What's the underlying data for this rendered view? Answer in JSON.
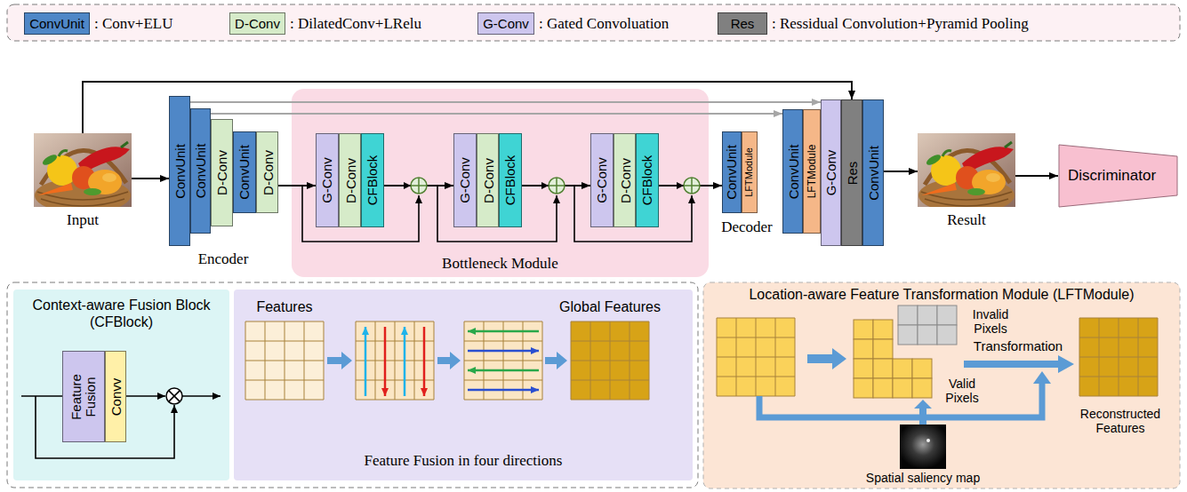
{
  "diagram": {
    "nodes": [
      {
        "text": [
          "Input"
        ]
      },
      {
        "text": [
          "ConvUnit"
        ]
      },
      {
        "text": [
          "ConvUnit"
        ]
      },
      {
        "text": [
          "D-Conv"
        ]
      },
      {
        "text": [
          "ConvUnit"
        ]
      },
      {
        "text": [
          "D-Conv"
        ]
      },
      {
        "text": [
          "Bottleneck Module"
        ]
      },
      {
        "text": [
          "G-Conv"
        ],
        "in": 6
      },
      {
        "text": [
          "D-Conv"
        ],
        "in": 6
      },
      {
        "text": [
          "CFBlock"
        ],
        "in": 6
      },
      {
        "text": [
          "G-Conv"
        ],
        "in": 6
      },
      {
        "text": [
          "D-Conv"
        ],
        "in": 6
      },
      {
        "text": [
          "CFBlock"
        ],
        "in": 6
      },
      {
        "text": [
          "G-Conv"
        ],
        "in": 6
      },
      {
        "text": [
          "D-Conv"
        ],
        "in": 6
      },
      {
        "text": [
          "CFBlock"
        ],
        "in": 6
      },
      {
        "text": [
          "ConvUnit"
        ]
      },
      {
        "text": [
          "LFTModule"
        ]
      },
      {
        "text": [
          "ConvUnit"
        ]
      },
      {
        "text": [
          "LFTModule"
        ]
      },
      {
        "text": [
          "G-Conv"
        ]
      },
      {
        "text": [
          "Res"
        ]
      },
      {
        "text": [
          "ConvUnit"
        ]
      },
      {
        "text": [
          "Result"
        ]
      },
      {
        "text": [
          "Discriminator"
        ]
      },
      {
        "text": [
          "Context-aware Fusion Block (CFBlock)"
        ]
      },
      {
        "text": [
          "Feature Fusion"
        ],
        "in": 25
      },
      {
        "text": [
          "Convv"
        ],
        "in": 25
      },
      {
        "text": [
          "Feature Fusion in four directions"
        ]
      },
      {
        "text": [
          "Location-aware Feature Transformation Module (LFTModule)"
        ]
      }
    ],
    "edges": [
      {
        "from": 0,
        "to": 1,
        "arrow": "to"
      },
      {
        "from": 5,
        "to": 7,
        "arrow": "to"
      },
      {
        "from": 9,
        "to": 10,
        "arrow": "to"
      },
      {
        "from": 12,
        "to": 13,
        "arrow": "to"
      },
      {
        "from": 15,
        "to": 16,
        "arrow": "to"
      },
      {
        "from": 1,
        "to": 20,
        "arrow": "to"
      },
      {
        "from": 2,
        "to": 18,
        "arrow": "to"
      },
      {
        "from": 0,
        "to": 21,
        "arrow": "to"
      },
      {
        "from": 22,
        "to": 23,
        "arrow": "to"
      },
      {
        "from": 23,
        "to": 24,
        "arrow": "to"
      }
    ],
    "labels": [
      "ConvUnit",
      "D-Conv",
      "G-Conv",
      "Res",
      "Encoder",
      "Decoder",
      "Features",
      "Global Features",
      "Invalid Pixels",
      "Valid Pixels",
      "Transformation",
      "Reconstructed Features",
      "Spatial saliency map"
    ],
    "legend": [
      {
        "text": ": Conv+ELU",
        "color": "#4f87c7"
      },
      {
        "text": ": DilatedConv+LRelu",
        "color": "#d6ebc9"
      },
      {
        "text": ": Gated Convoluation",
        "color": "#cdc6ee"
      },
      {
        "text": ": Ressidual Convolution+Pyramid Pooling",
        "color": "#808080"
      }
    ]
  }
}
